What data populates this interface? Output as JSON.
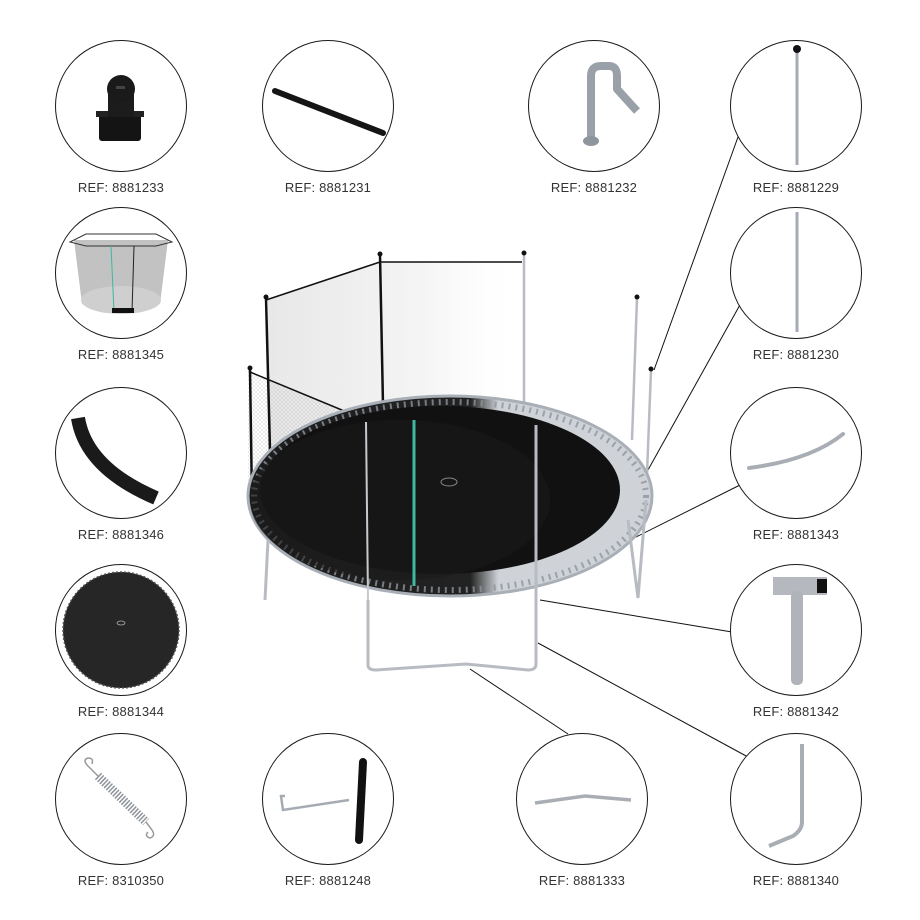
{
  "diagram": {
    "subject": "trampoline spare parts",
    "accent_color": "#3fb8a0",
    "parts": [
      {
        "ref": "REF: 8881233",
        "icon": "pole-cap-icon",
        "name": "part-pole-cap"
      },
      {
        "ref": "REF: 8881231",
        "icon": "foam-sleeve-icon",
        "name": "part-foam-sleeve"
      },
      {
        "ref": "REF: 8881232",
        "icon": "net-clip-icon",
        "name": "part-net-clip"
      },
      {
        "ref": "REF: 8881229",
        "icon": "upper-pole-icon",
        "name": "part-upper-pole"
      },
      {
        "ref": "REF: 8881345",
        "icon": "safety-net-icon",
        "name": "part-safety-net"
      },
      {
        "ref": "REF: 8881230",
        "icon": "lower-pole-icon",
        "name": "part-lower-pole"
      },
      {
        "ref": "REF: 8881346",
        "icon": "padding-segment-icon",
        "name": "part-padding-segment"
      },
      {
        "ref": "REF: 8881343",
        "icon": "frame-tube-icon",
        "name": "part-frame-tube"
      },
      {
        "ref": "REF: 8881344",
        "icon": "jump-mat-icon",
        "name": "part-jump-mat"
      },
      {
        "ref": "REF: 8881342",
        "icon": "t-connector-icon",
        "name": "part-t-connector"
      },
      {
        "ref": "REF: 8310350",
        "icon": "spring-icon",
        "name": "part-spring"
      },
      {
        "ref": "REF: 8881248",
        "icon": "spring-tool-icon",
        "name": "part-spring-tool"
      },
      {
        "ref": "REF: 8881333",
        "icon": "leg-crossbar-icon",
        "name": "part-leg-crossbar"
      },
      {
        "ref": "REF: 8881340",
        "icon": "leg-upright-icon",
        "name": "part-leg-upright"
      }
    ]
  }
}
